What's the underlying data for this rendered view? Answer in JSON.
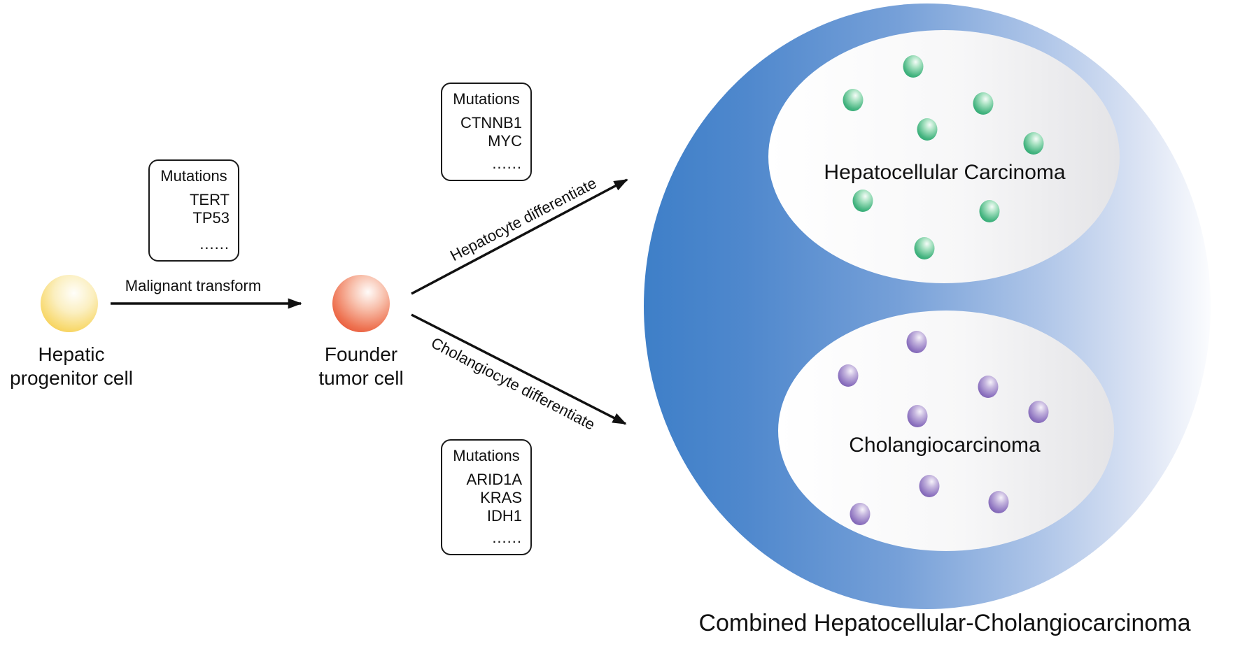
{
  "diagram": {
    "nodes": {
      "progenitor": {
        "label": "Hepatic\nprogenitor cell"
      },
      "founder": {
        "label": "Founder\ntumor cell"
      }
    },
    "arrows": {
      "malignant": {
        "label": "Malignant transform"
      },
      "hepatocyte": {
        "label": "Hepatocyte differentiate"
      },
      "cholangiocyte": {
        "label": "Cholangiocyte differentiate"
      }
    },
    "mutation_boxes": [
      {
        "title": "Mutations",
        "genes": [
          "TERT",
          "TP53"
        ],
        "more": "......"
      },
      {
        "title": "Mutations",
        "genes": [
          "CTNNB1",
          "MYC"
        ],
        "more": "......"
      },
      {
        "title": "Mutations",
        "genes": [
          "ARID1A",
          "KRAS",
          "IDH1"
        ],
        "more": "......"
      }
    ],
    "tumor": {
      "hcc_label": "Hepatocellular Carcinoma",
      "icc_label": "Cholangiocarcinoma",
      "combined_label": "Combined Hepatocellular-Cholangiocarcinoma"
    },
    "colors": {
      "progenitor_yellow": "#F4C238",
      "founder_red": "#E64C2E",
      "combined_circle_blue": "#3E7FC8",
      "hcc_dot_green": "#3FB67E",
      "icc_dot_purple": "#8A70BC",
      "line_black": "#111111"
    }
  }
}
